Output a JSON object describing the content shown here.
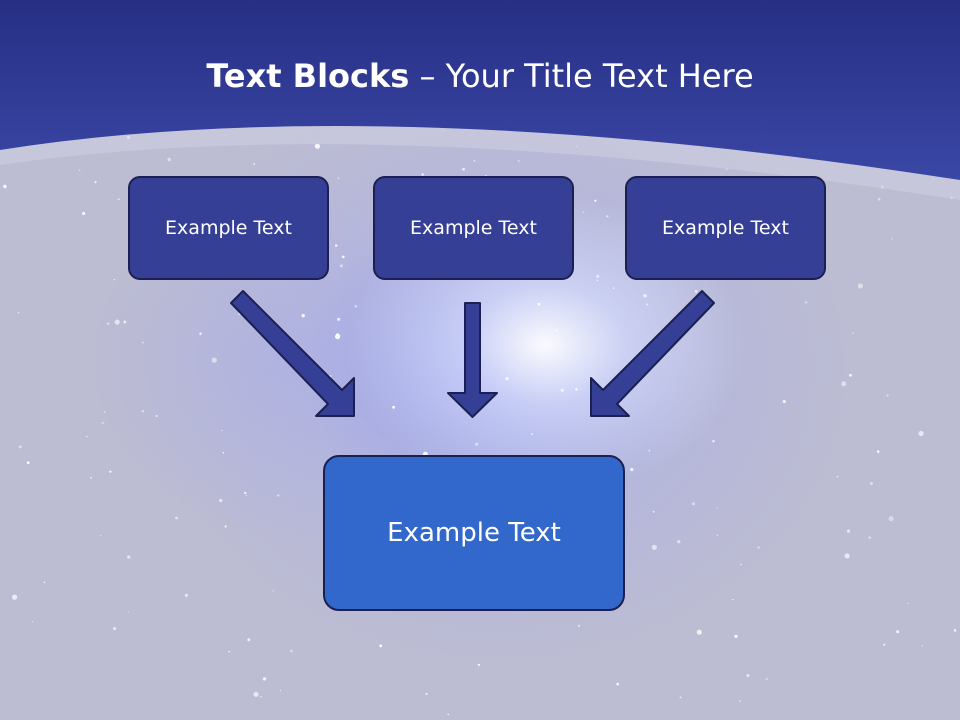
{
  "title": {
    "bold": "Text Blocks",
    "dash": " – ",
    "rest": "Your Title Text Here"
  },
  "blocks": {
    "left": "Example Text",
    "center": "Example Text",
    "right": "Example Text",
    "main": "Example Text"
  },
  "colors": {
    "header": "#2d3892",
    "box_top": "#353f96",
    "box_main": "#3267cc",
    "arrow": "#353f96"
  }
}
